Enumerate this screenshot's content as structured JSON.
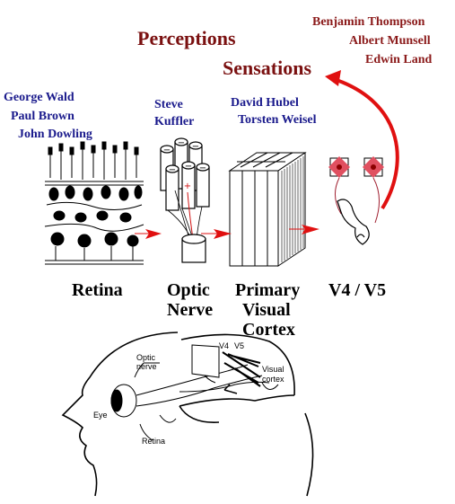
{
  "contributors": {
    "retina": [
      "George Wald",
      "Paul Brown",
      "John Dowling"
    ],
    "optic_nerve": [
      "Steve",
      "Kuffler"
    ],
    "cortex": [
      "David Hubel",
      "Torsten Weisel"
    ],
    "color": [
      "Benjamin Thompson",
      "Albert Munsell",
      "Edwin Land"
    ]
  },
  "headings": {
    "perceptions": "Perceptions",
    "sensations": "Sensations"
  },
  "stages": {
    "retina": "Retina",
    "optic_1": "Optic",
    "optic_2": "Nerve",
    "pvc_1": "Primary",
    "pvc_2": "Visual",
    "pvc_3": "Cortex",
    "v4v5": "V4 / V5"
  },
  "brain_diagram": {
    "optic_1": "Optic",
    "optic_2": "nerve",
    "v4": "V4",
    "v5": "V5",
    "visual_1": "Visual",
    "visual_2": "cortex",
    "eye": "Eye",
    "retina": "Retina"
  },
  "colors": {
    "names_blue": "#1a1a8c",
    "names_red": "#8b1a1a",
    "arrow_red": "#e01010"
  }
}
